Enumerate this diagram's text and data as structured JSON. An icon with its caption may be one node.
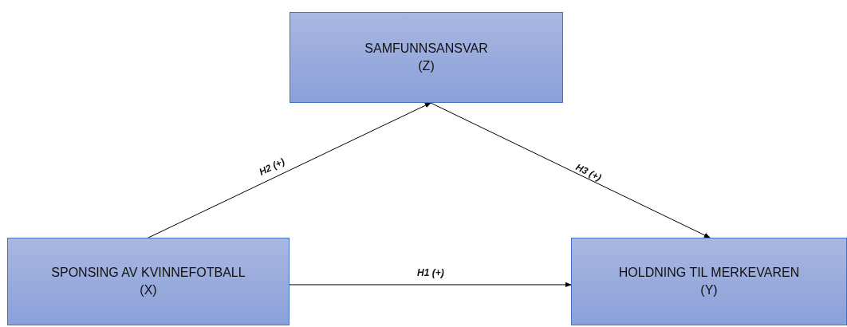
{
  "diagram": {
    "nodes": [
      {
        "text": [
          "SAMFUNNSANSVAR",
          "(Z)"
        ]
      },
      {
        "text": [
          "SPONSING AV KVINNEFOTBALL",
          "(X)"
        ]
      },
      {
        "text": [
          "HOLDNING TIL MERKEVAREN",
          "(Y)"
        ]
      }
    ],
    "edges": [
      {
        "from": 1,
        "to": 0,
        "arrow": "to",
        "label": "H2 (+)"
      },
      {
        "from": 0,
        "to": 2,
        "arrow": "to",
        "label": "H3 (+)"
      },
      {
        "from": 1,
        "to": 2,
        "arrow": "to",
        "label": "H1 (+)"
      }
    ]
  }
}
